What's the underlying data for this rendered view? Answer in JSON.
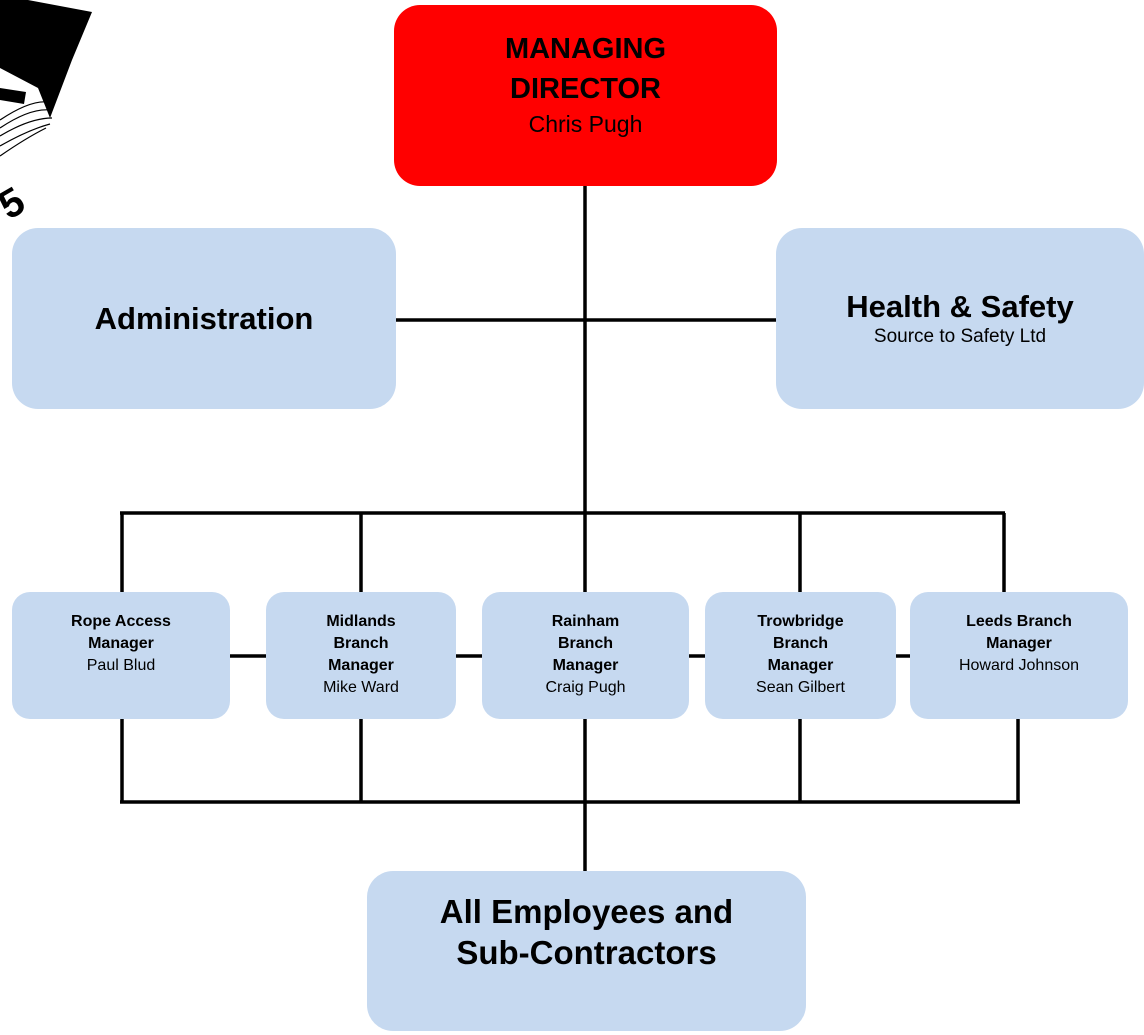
{
  "managing_director": {
    "title_line1": "MANAGING",
    "title_line2": "DIRECTOR",
    "name": "Chris Pugh",
    "color": "#ff0000"
  },
  "administration": {
    "label": "Administration"
  },
  "health_safety": {
    "label": "Health & Safety",
    "provider": "Source to Safety Ltd"
  },
  "branches": [
    {
      "title_lines": [
        "Rope Access",
        "Manager"
      ],
      "name": "Paul Blud"
    },
    {
      "title_lines": [
        "Midlands",
        "Branch",
        "Manager"
      ],
      "name": "Mike Ward"
    },
    {
      "title_lines": [
        "Rainham",
        "Branch",
        "Manager"
      ],
      "name": "Craig Pugh"
    },
    {
      "title_lines": [
        "Trowbridge",
        "Branch",
        "Manager"
      ],
      "name": "Sean Gilbert"
    },
    {
      "title_lines": [
        "Leeds Branch",
        "Manager"
      ],
      "name": "Howard Johnson"
    }
  ],
  "employees": {
    "line1": "All Employees and",
    "line2": "Sub-Contractors"
  },
  "colors": {
    "box_fill": "#c6d9f0",
    "line": "#000000"
  },
  "logo_text": "5"
}
